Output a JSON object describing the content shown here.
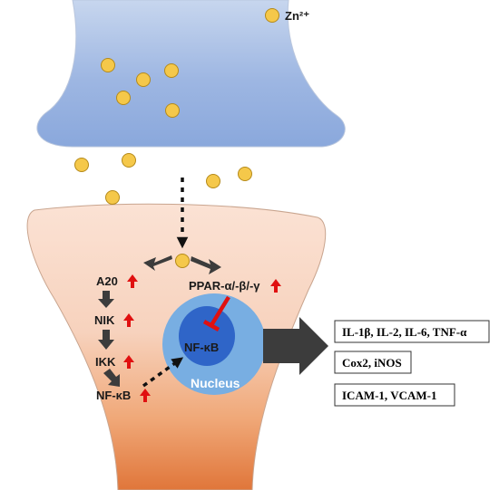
{
  "legend": {
    "label": "Zn²⁺"
  },
  "colors": {
    "ion_fill": "#f5c84a",
    "ion_stroke": "#b58a1a",
    "up_arrow": "#e01010",
    "inhibit": "#e01010",
    "dark_arrow": "#3c3c3c",
    "nucleus_outer": "#78aee2",
    "nucleus_inner": "#2f65c8"
  },
  "pathway": {
    "a20": "A20",
    "nik": "NIK",
    "ikk": "IKK",
    "nfkb_cyto": "NF-κB",
    "ppar": "PPAR-α/-β/-γ",
    "nfkb_nuclear": "NF-κB",
    "nucleus": "Nucleus"
  },
  "outputs": [
    "IL-1β, IL-2, IL-6, TNF-α",
    "Cox2, iNOS",
    "ICAM-1, VCAM-1"
  ]
}
